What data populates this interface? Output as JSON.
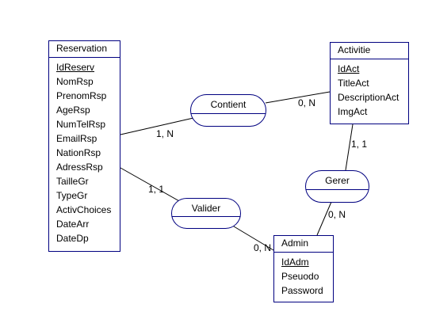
{
  "colors": {
    "outline": "#000080",
    "connector": "#000000",
    "background": "#ffffff",
    "text": "#000000"
  },
  "entities": {
    "reservation": {
      "title": "Reservation",
      "attributes": [
        "IdReserv",
        "NomRsp",
        "PrenomRsp",
        "AgeRsp",
        "NumTelRsp",
        "EmailRsp",
        "NationRsp",
        "AdressRsp",
        "TailleGr",
        "TypeGr",
        "ActivChoices",
        "DateArr",
        "DateDp"
      ]
    },
    "activitie": {
      "title": "Activitie",
      "attributes": [
        "IdAct",
        "TitleAct",
        "DescriptionAct",
        "ImgAct"
      ]
    },
    "admin": {
      "title": "Admin",
      "attributes": [
        "IdAdm",
        "Pseuodo",
        "Password"
      ]
    }
  },
  "relationships": {
    "contient": {
      "label": "Contient",
      "card_reservation": "1, N",
      "card_activitie": "0, N"
    },
    "gerer": {
      "label": "Gerer",
      "card_activitie": "1, 1",
      "card_admin": "0, N"
    },
    "valider": {
      "label": "Valider",
      "card_reservation": "1, 1",
      "card_admin": "0, N"
    }
  }
}
